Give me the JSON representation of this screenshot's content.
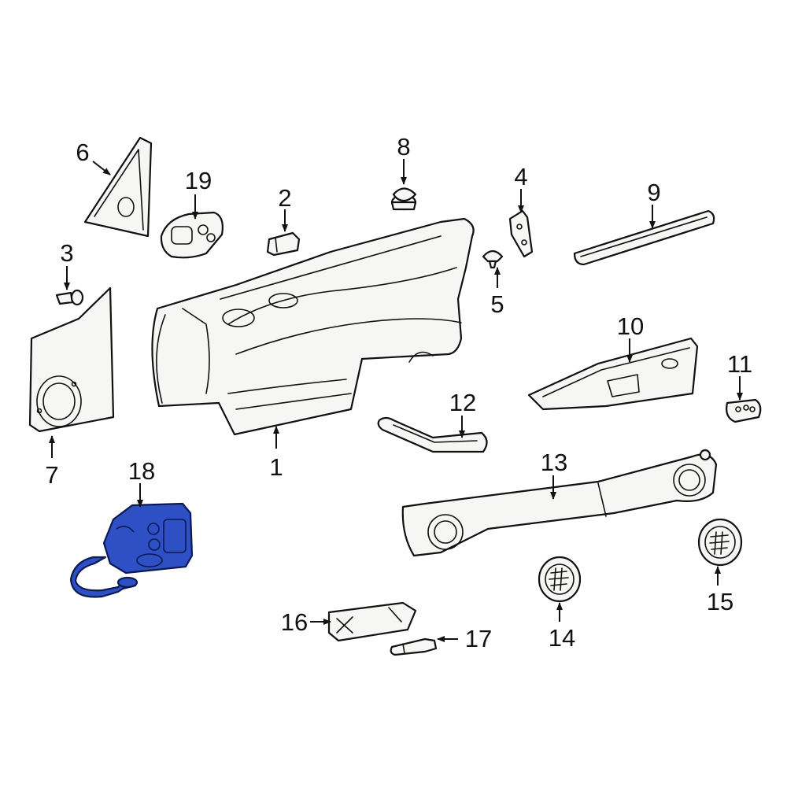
{
  "colors": {
    "highlight": "#2f4fc4",
    "outline": "#111111",
    "part_fill": "#f6f6f4"
  },
  "callouts": {
    "n1": "1",
    "n2": "2",
    "n3": "3",
    "n4": "4",
    "n5": "5",
    "n6": "6",
    "n7": "7",
    "n8": "8",
    "n9": "9",
    "n10": "10",
    "n11": "11",
    "n12": "12",
    "n13": "13",
    "n14": "14",
    "n15": "15",
    "n16": "16",
    "n17": "17",
    "n18": "18",
    "n19": "19"
  },
  "highlighted_callout": "18"
}
